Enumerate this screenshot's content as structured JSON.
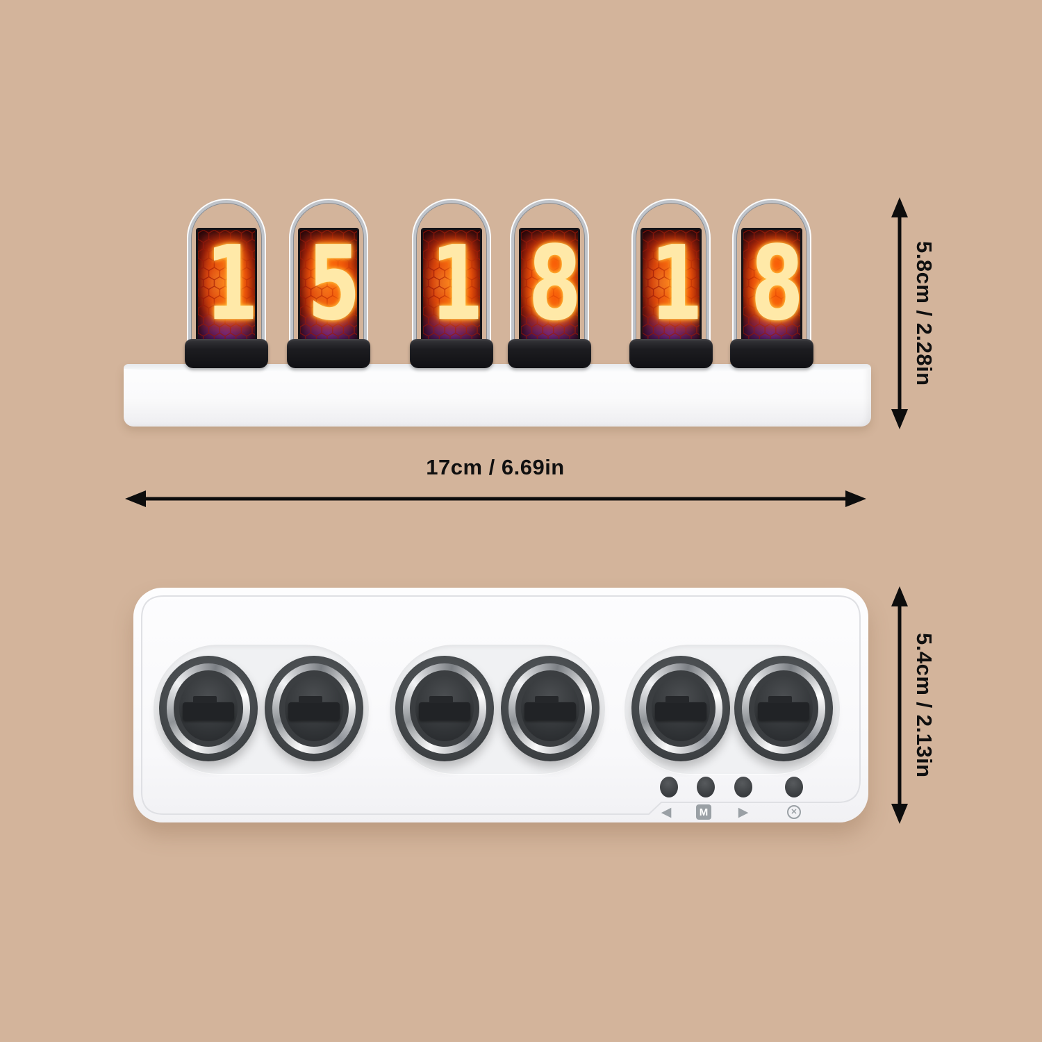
{
  "scene": {
    "description": "Nixie tube clock product dimension diagram, front view and top view"
  },
  "colors": {
    "background": "#d3b49b",
    "digit": "#ffe9a8",
    "digit_glow": "#ff5a00",
    "panel": "#fbfbfd",
    "annotation": "#101010"
  },
  "front_view": {
    "digits": [
      "1",
      "5",
      "1",
      "8",
      "1",
      "8"
    ],
    "tube_count": 6
  },
  "top_view": {
    "socket_count": 6,
    "indicator_dot_count": 4,
    "icons": [
      {
        "name": "prev-icon",
        "glyph": "◀"
      },
      {
        "name": "mode-icon",
        "glyph": "M"
      },
      {
        "name": "next-icon",
        "glyph": "▶"
      },
      {
        "name": "power-icon",
        "glyph": "✕"
      }
    ]
  },
  "dimensions": {
    "front_height_label": "5.8cm / 2.28in",
    "width_label": "17cm / 6.69in",
    "top_height_label": "5.4cm / 2.13in"
  }
}
